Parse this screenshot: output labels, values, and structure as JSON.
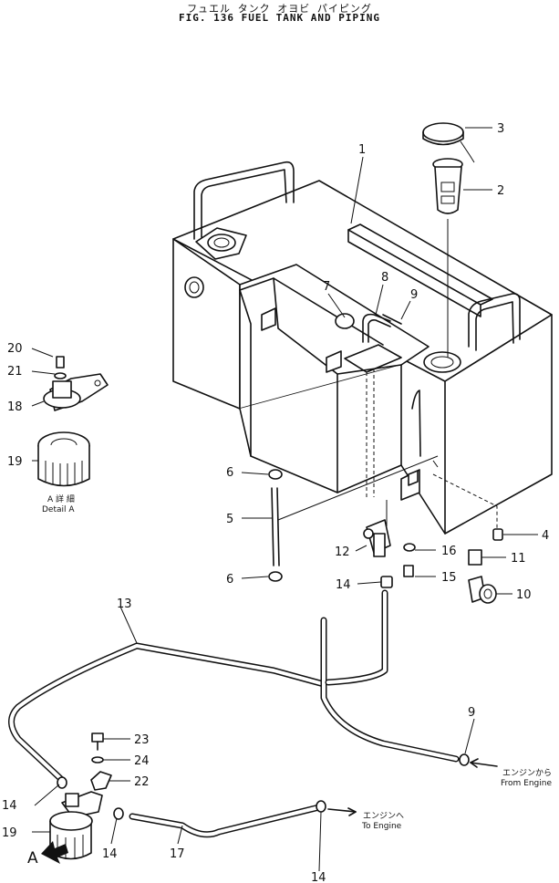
{
  "title": {
    "japanese": "フュエル タンク オヨビ パイピング",
    "english": "FIG. 136  FUEL TANK AND PIPING"
  },
  "part_numbers": {
    "p1": "1",
    "p2": "2",
    "p3": "3",
    "p4": "4",
    "p5": "5",
    "p6a": "6",
    "p6b": "6",
    "p7": "7",
    "p8": "8",
    "p9a": "9",
    "p9b": "9",
    "p10": "10",
    "p11": "11",
    "p12": "12",
    "p13": "13",
    "p14a": "14",
    "p14b": "14",
    "p14c": "14",
    "p14d": "14",
    "p15": "15",
    "p16": "16",
    "p17": "17",
    "p18": "18",
    "p19a": "19",
    "p19b": "19",
    "p20": "20",
    "p21": "21",
    "p22": "22",
    "p23": "23",
    "p24": "24"
  },
  "labels": {
    "detail_jp": "A 詳 細",
    "detail_en": "Detail A",
    "from_engine_jp": "エンジンから",
    "from_engine_en": "From Engine",
    "to_engine_jp": "エンジンへ",
    "to_engine_en": "To Engine",
    "view_a": "A"
  }
}
